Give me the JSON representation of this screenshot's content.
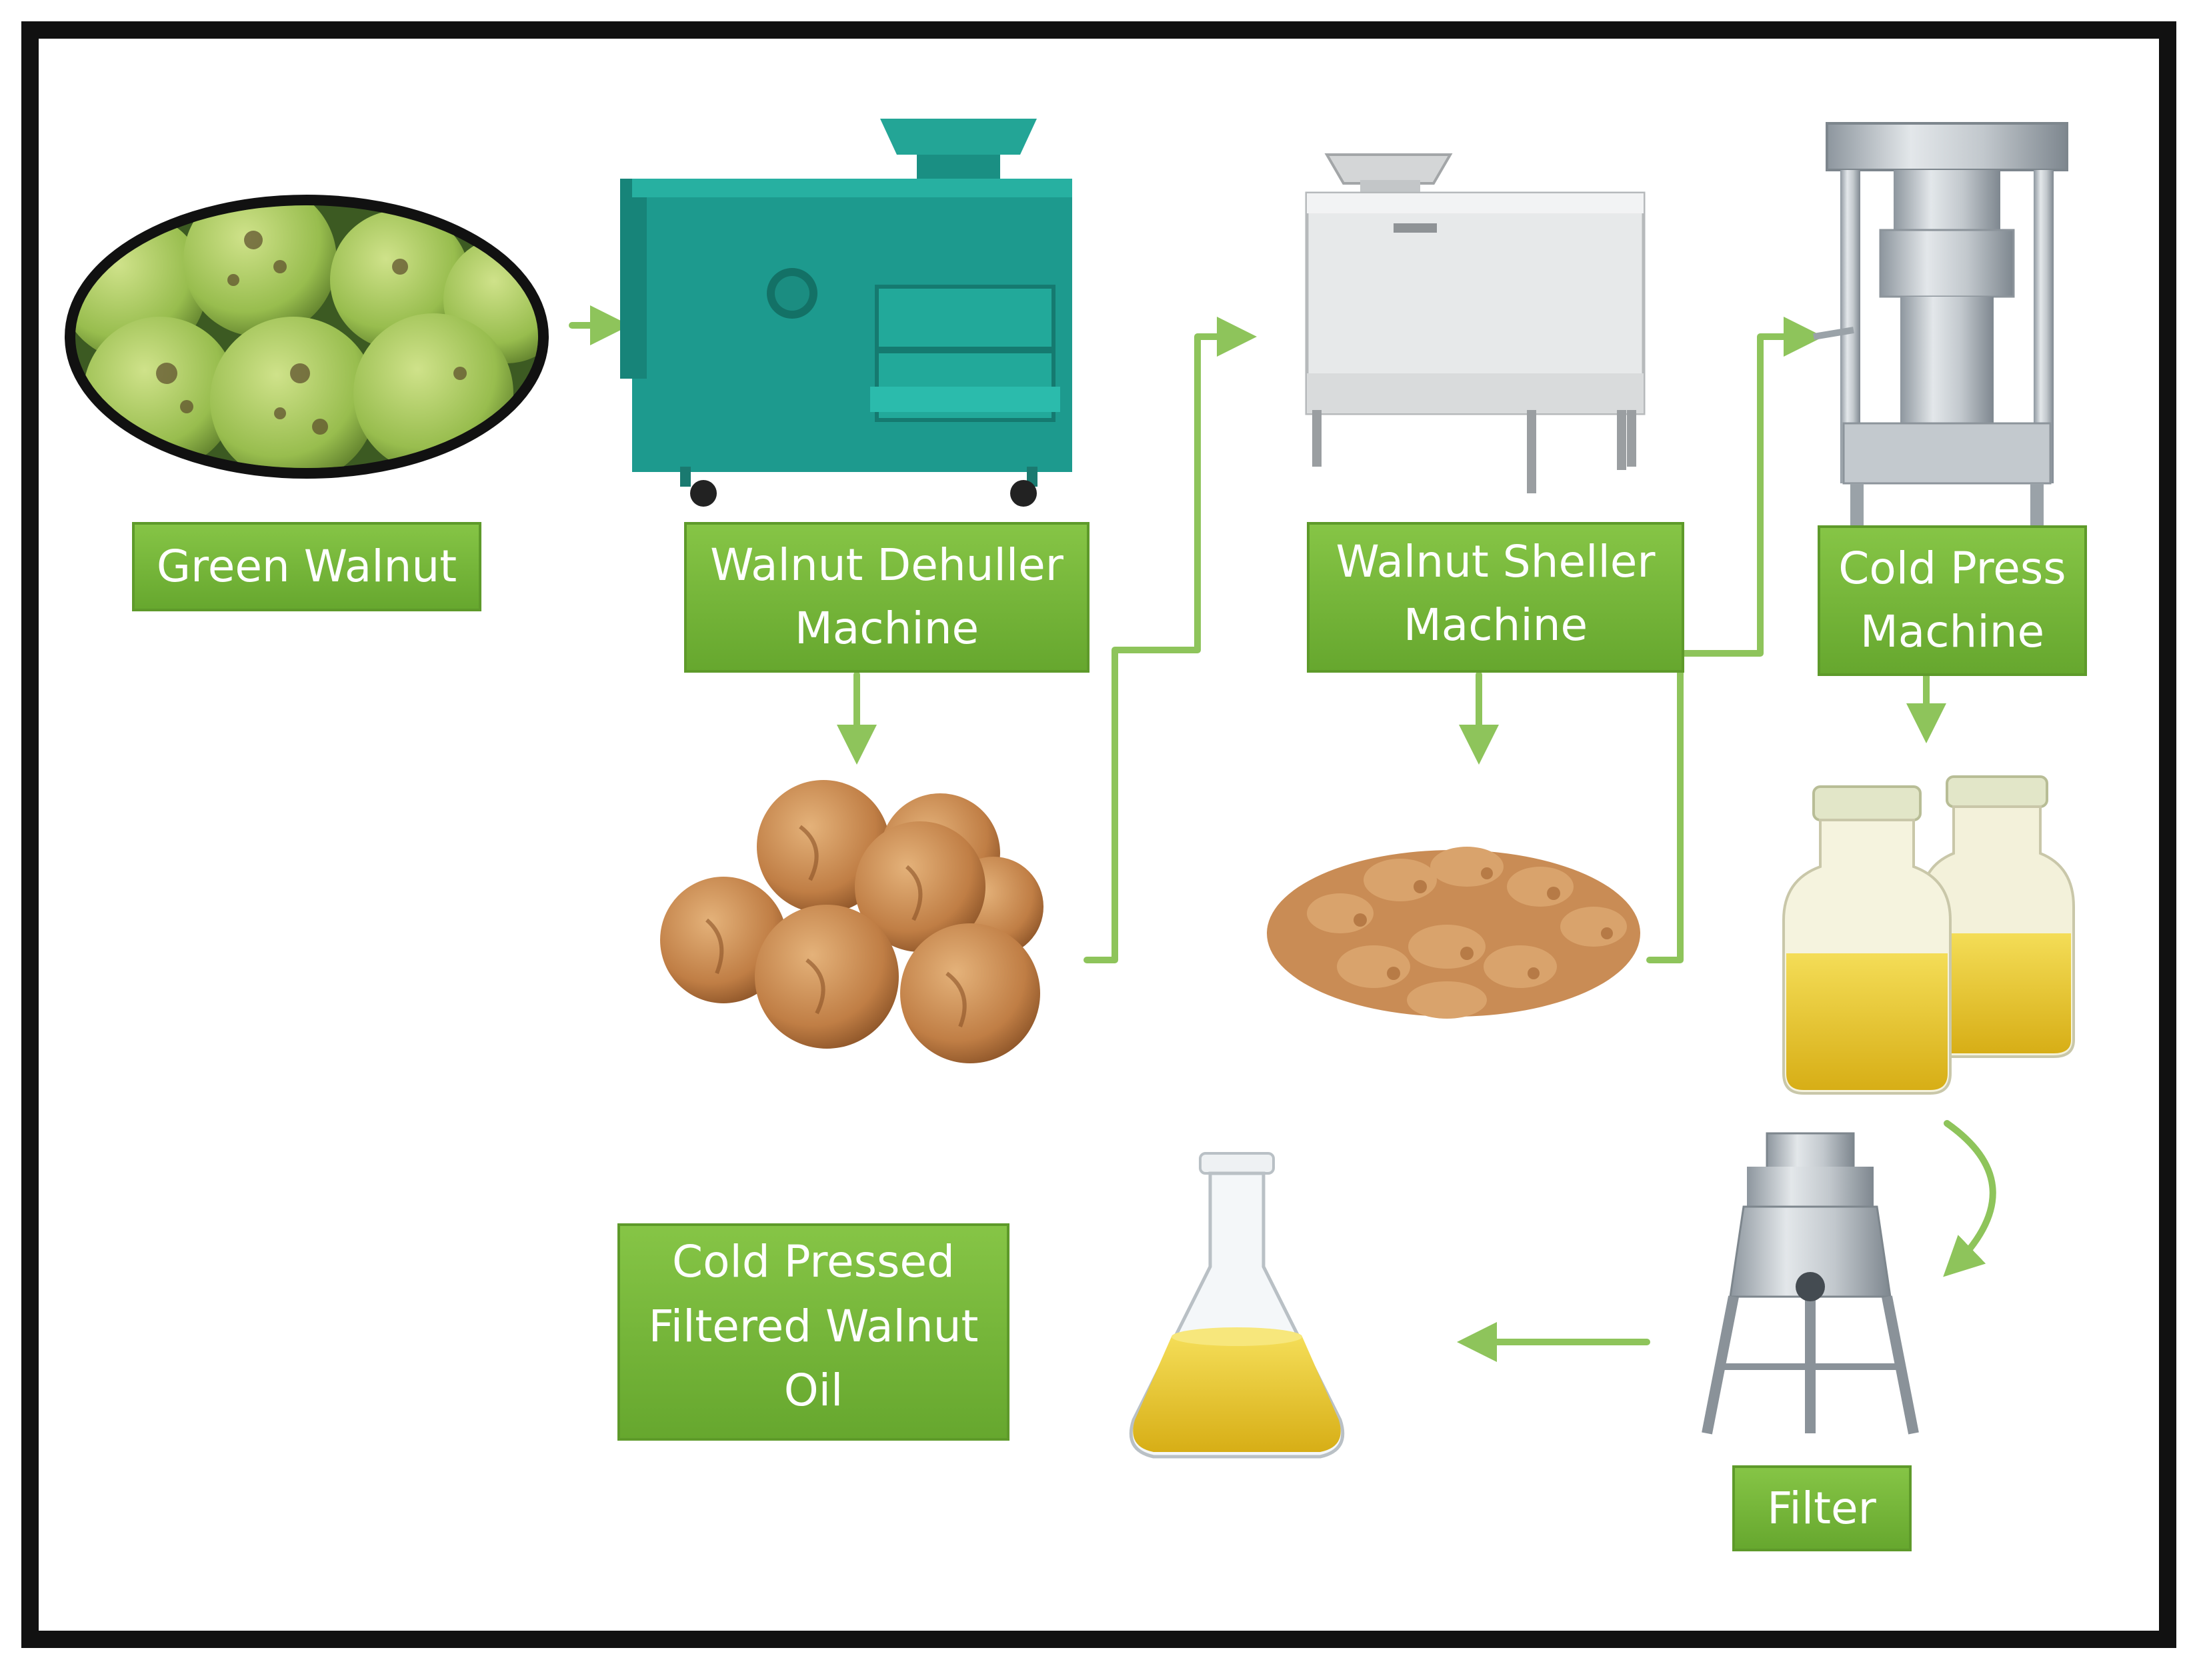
{
  "colors": {
    "label_fill": "#78b83a",
    "label_border": "#5e9a2a",
    "connector": "#8ec45b",
    "frame": "#111111",
    "walnut_green": "#a6c95b",
    "dehuller_teal": "#1d9a8e",
    "sheller_grey": "#e7e9ea",
    "press_silver": "#b6bdc3",
    "oil_yellow": "#e8c62a",
    "shell_brown": "#c98850",
    "kernel_brown": "#d09a63"
  },
  "labels": {
    "green_walnut": [
      "Green Walnut"
    ],
    "dehuller": [
      "Walnut Dehuller",
      "Machine"
    ],
    "sheller": [
      "Walnut Sheller",
      "Machine"
    ],
    "cold_press": [
      "Cold Press",
      "Machine"
    ],
    "filter": [
      "Filter"
    ],
    "final_oil": [
      "Cold Pressed",
      "Filtered Walnut",
      "Oil"
    ]
  },
  "icons": {
    "green_walnut": "green-walnuts-photo-icon",
    "dehuller": "walnut-dehuller-machine-icon",
    "shelled": "inshell-walnuts-icon",
    "sheller": "walnut-sheller-machine-icon",
    "kernels": "walnut-kernels-icon",
    "press": "hydraulic-cold-press-icon",
    "oil_bottles": "oil-bottles-icon",
    "filter": "centrifugal-oil-filter-icon",
    "flask": "oil-flask-icon"
  }
}
